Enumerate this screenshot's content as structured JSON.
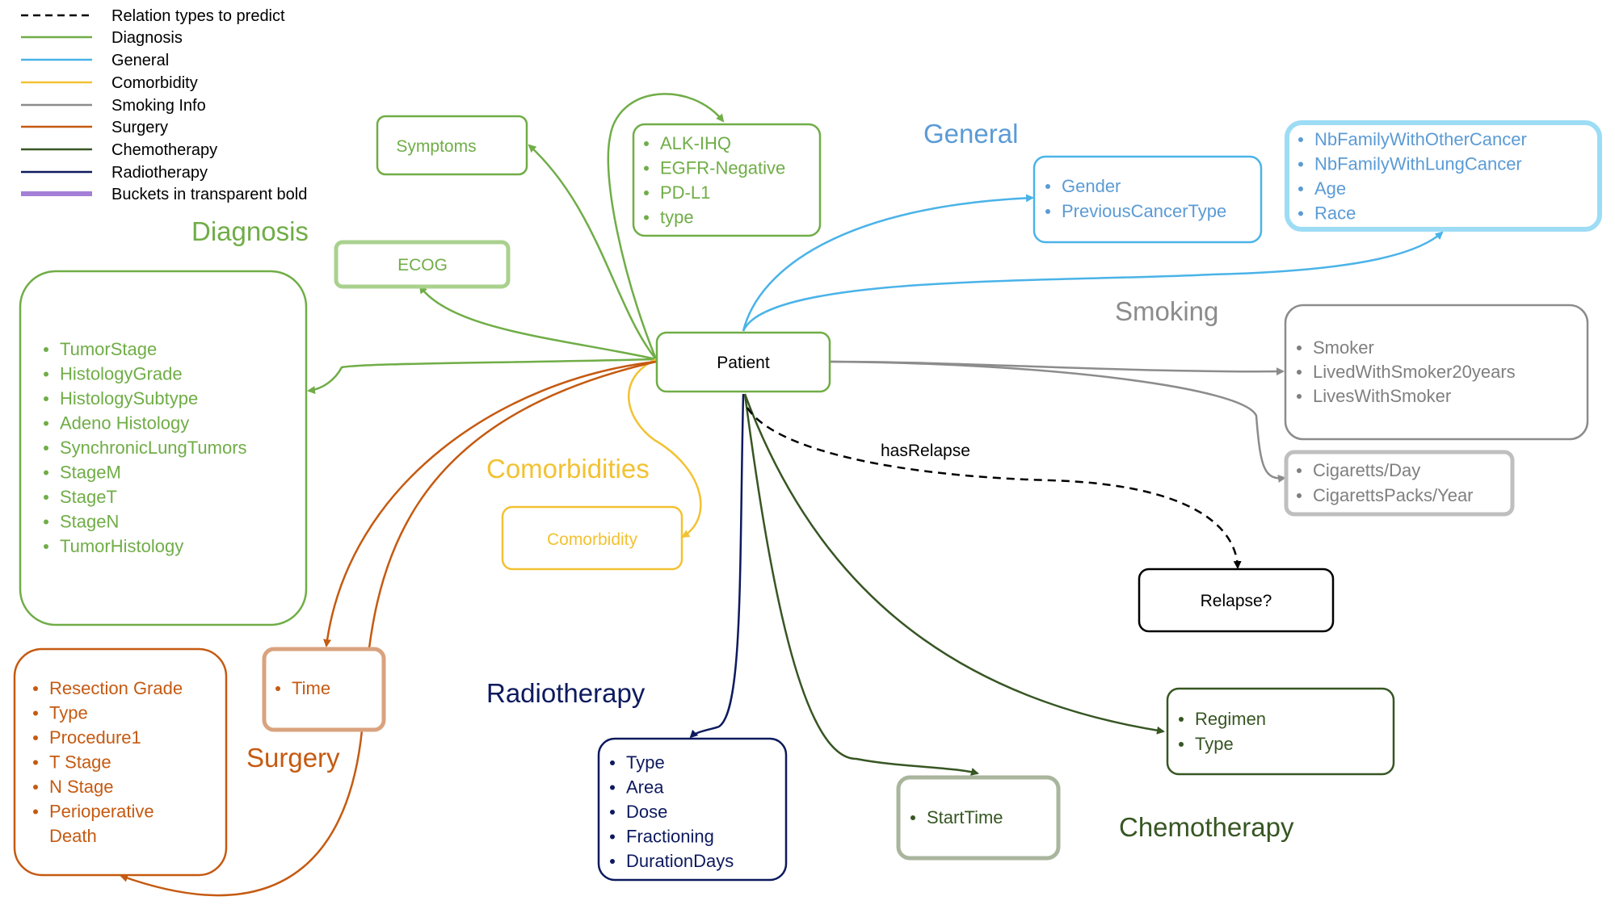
{
  "legend": {
    "items": [
      {
        "label": "Relation types to predict",
        "color": "#000000",
        "dashed": true
      },
      {
        "label": "Diagnosis",
        "color": "#70ad47"
      },
      {
        "label": "General",
        "color": "#4ab3e8"
      },
      {
        "label": "Comorbidity",
        "color": "#f2c232"
      },
      {
        "label": "Smoking Info",
        "color": "#8c8c8c"
      },
      {
        "label": "Surgery",
        "color": "#c55a11"
      },
      {
        "label": "Chemotherapy",
        "color": "#375623"
      },
      {
        "label": "Radiotherapy",
        "color": "#0d1a5e"
      },
      {
        "label": "Buckets in transparent bold",
        "color": "#a47fd6",
        "bold": true
      }
    ]
  },
  "colors": {
    "diagnosis": "#70ad47",
    "diagnosis_text": "#6aa84f",
    "general": "#4ab3e8",
    "general_text": "#5b9bd5",
    "comorbidity": "#f2c232",
    "smoking": "#8c8c8c",
    "smoking_bold": "#bfbfbf",
    "surgery": "#c55a11",
    "surgery_bold": "#d9a37e",
    "chemo": "#375623",
    "chemo_bold": "#a9b59d",
    "radio": "#0d1a5e",
    "relation": "#000000"
  },
  "group_titles": {
    "diagnosis": "Diagnosis",
    "general": "General",
    "smoking": "Smoking",
    "comorbidities": "Comorbidities",
    "surgery": "Surgery",
    "radiotherapy": "Radiotherapy",
    "chemotherapy": "Chemotherapy"
  },
  "nodes": {
    "patient": {
      "label": "Patient"
    },
    "relapse": {
      "label": "Relapse?"
    },
    "symptoms": {
      "label": "Symptoms"
    },
    "ecog": {
      "label": "ECOG"
    },
    "comorbidity": {
      "label": "Comorbidity"
    },
    "biomarkers": {
      "items": [
        "ALK-IHQ",
        "EGFR-Negative",
        "PD-L1",
        "type"
      ]
    },
    "diagnosis_details": {
      "items": [
        "TumorStage",
        "HistologyGrade",
        "HistologySubtype",
        "Adeno Histology",
        "SynchronicLungTumors",
        "StageM",
        "StageT",
        "StageN",
        "TumorHistology"
      ]
    },
    "general_basic": {
      "items": [
        "Gender",
        "PreviousCancerType"
      ]
    },
    "general_family": {
      "items": [
        "NbFamilyWithOtherCancer",
        "NbFamilyWithLungCancer",
        "Age",
        "Race"
      ]
    },
    "smoking_basic": {
      "items": [
        "Smoker",
        "LivedWithSmoker20years",
        "LivesWithSmoker"
      ]
    },
    "smoking_amount": {
      "items": [
        "Cigaretts/Day",
        "CigarettsPacks/Year"
      ]
    },
    "surgery_time": {
      "items": [
        "Time"
      ]
    },
    "surgery_details": {
      "items": [
        "Resection Grade",
        "Type",
        "Procedure1",
        "T Stage",
        "N Stage",
        "Perioperative",
        "Death"
      ]
    },
    "radiotherapy": {
      "items": [
        "Type",
        "Area",
        "Dose",
        "Fractioning",
        "DurationDays"
      ]
    },
    "chemo_time": {
      "items": [
        "StartTime"
      ]
    },
    "chemo_details": {
      "items": [
        "Regimen",
        "Type"
      ]
    }
  },
  "relation": {
    "label": "hasRelapse"
  }
}
